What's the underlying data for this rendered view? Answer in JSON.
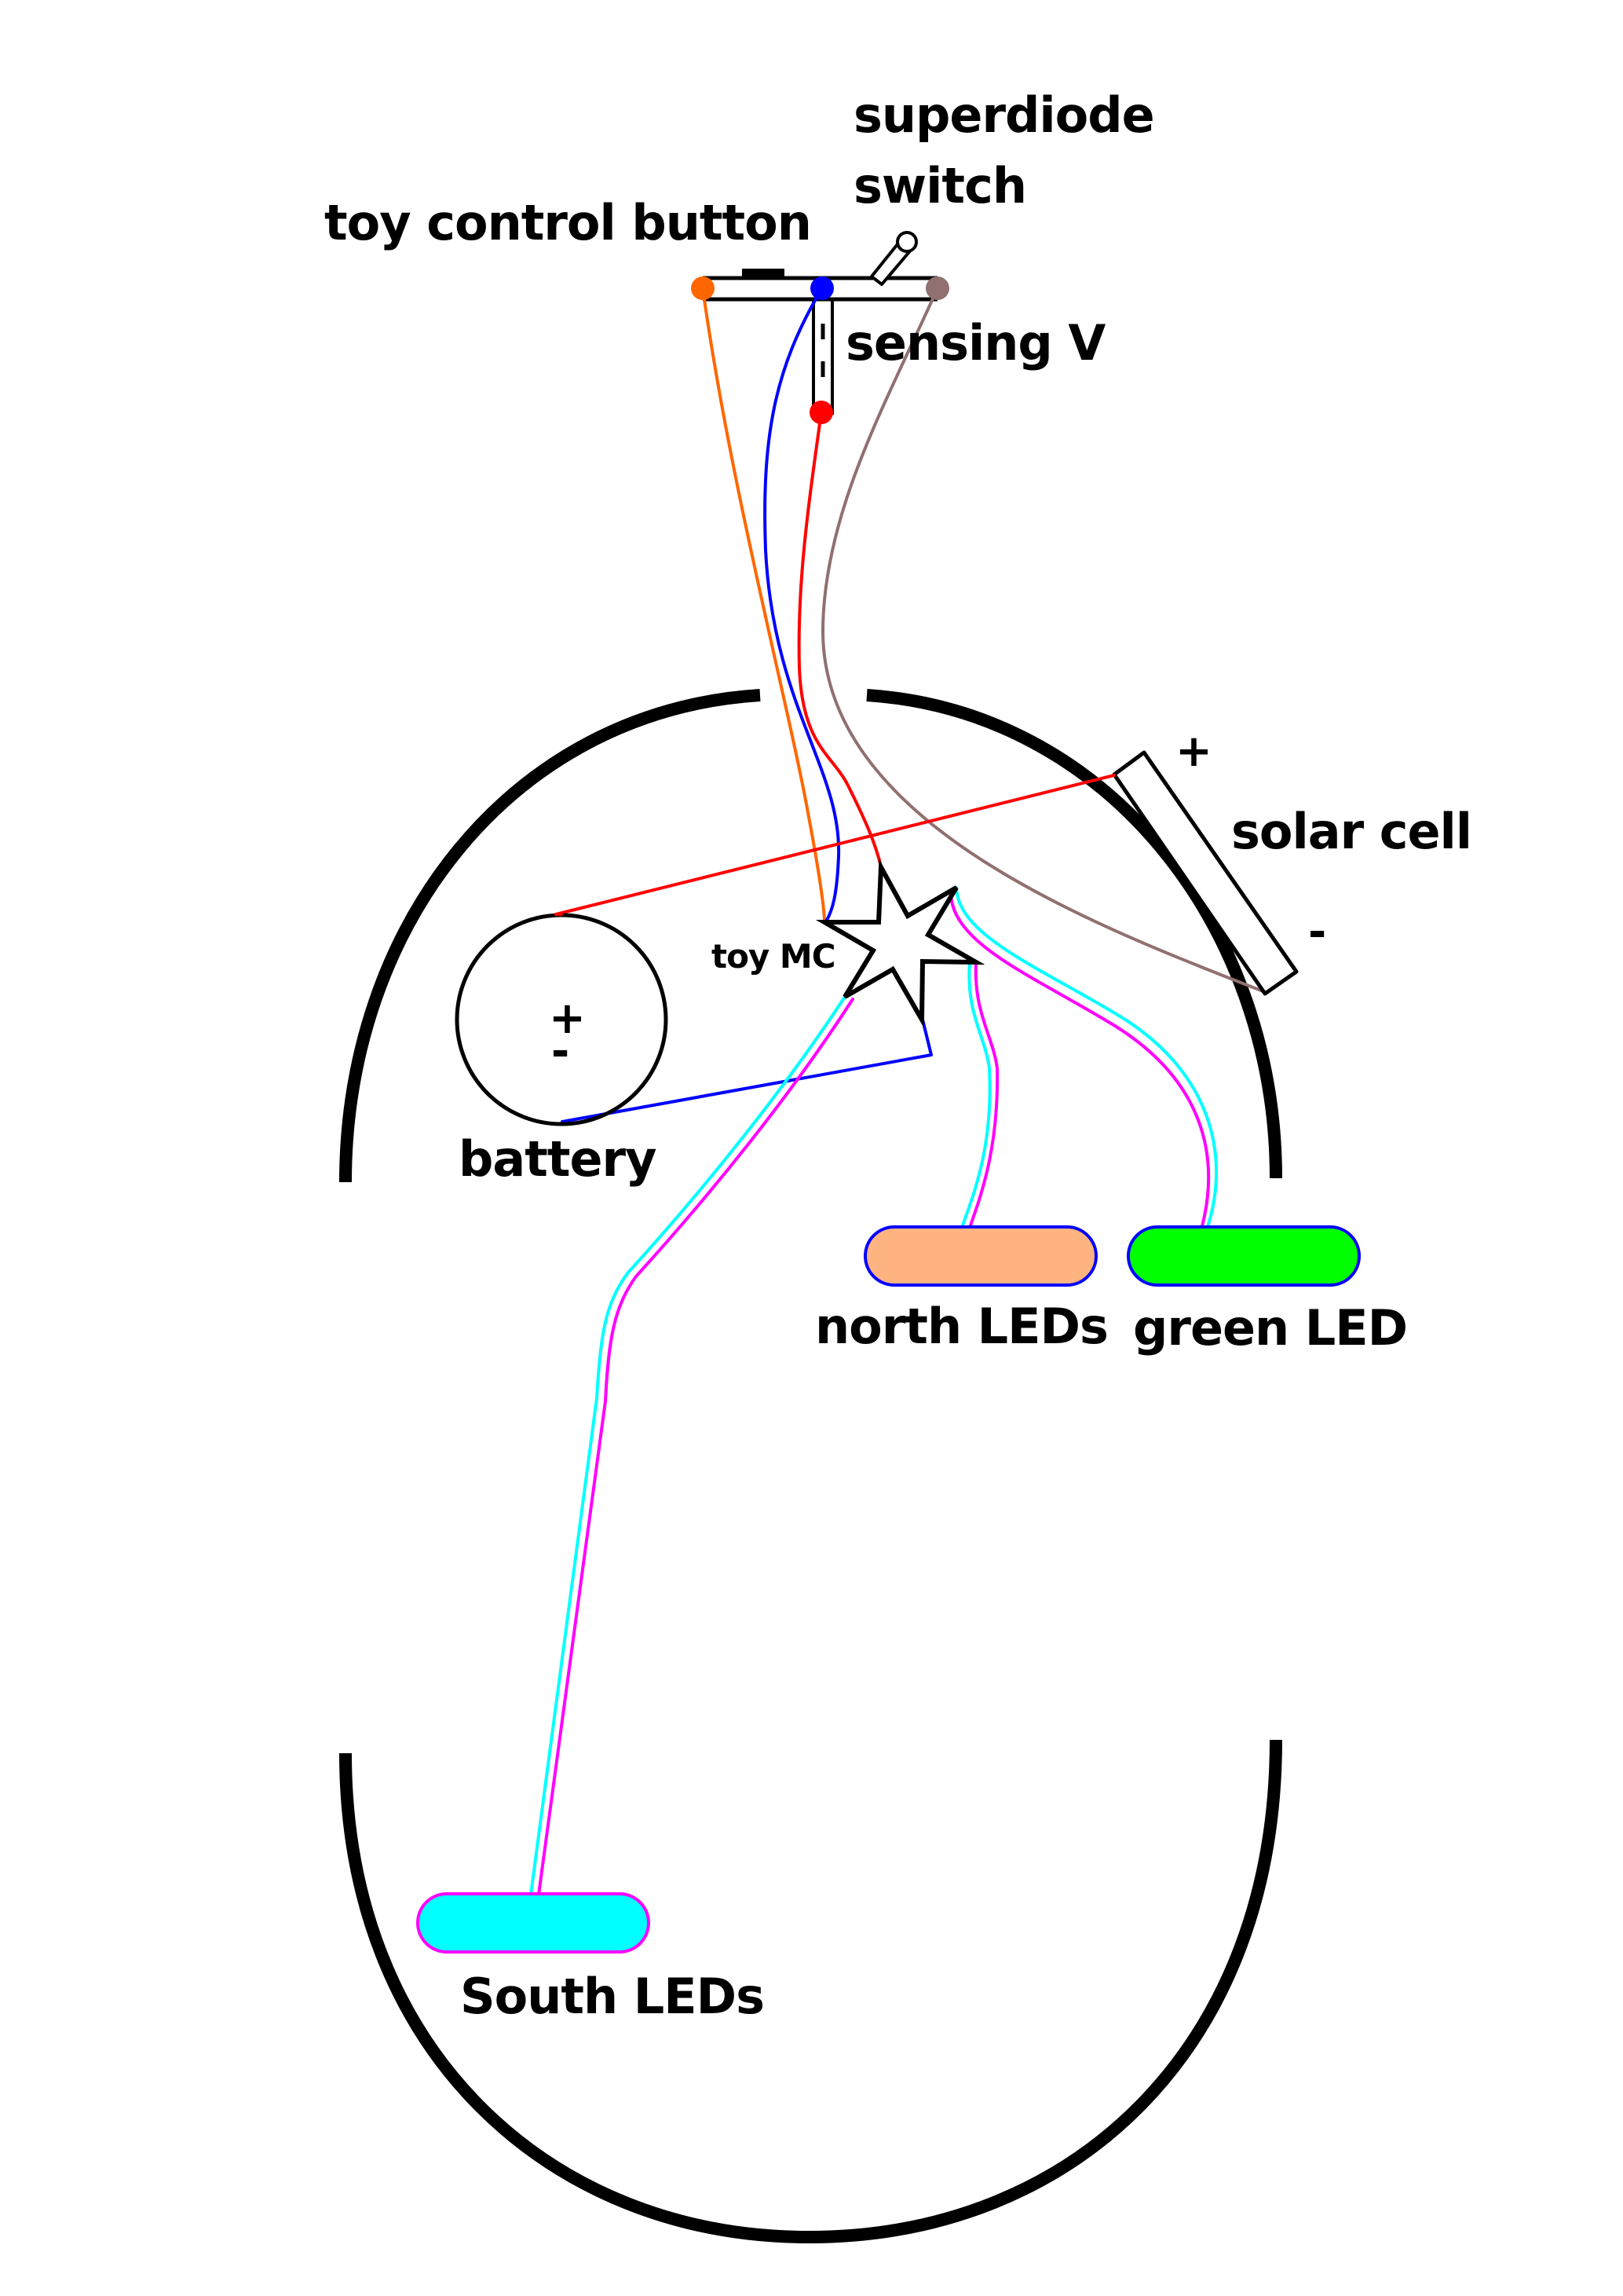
{
  "diagram": {
    "title": "Toy solar light wiring diagram",
    "labels": {
      "toy_control_button": "toy control button",
      "superdiode_line1": "superdiode",
      "superdiode_line2": "switch",
      "sensing_v": "sensing V",
      "solar_cell": "solar cell",
      "solar_plus": "+",
      "solar_minus": "-",
      "toy_mc": "toy MC",
      "battery": "battery",
      "battery_plus": "+",
      "battery_minus": "-",
      "north_leds": "north LEDs",
      "green_led": "green LED",
      "south_leds": "South LEDs"
    },
    "components": [
      {
        "id": "toy-control-button",
        "type": "push-button"
      },
      {
        "id": "superdiode-switch",
        "type": "toggle-switch"
      },
      {
        "id": "sensing-v",
        "type": "sense-resistor"
      },
      {
        "id": "solar-cell",
        "type": "solar-panel"
      },
      {
        "id": "toy-mc",
        "type": "microcontroller"
      },
      {
        "id": "battery",
        "type": "battery"
      },
      {
        "id": "north-leds",
        "type": "led-strip",
        "fill": "#FFB380",
        "outline": "#0000FF"
      },
      {
        "id": "green-led",
        "type": "led-strip",
        "fill": "#00FF00",
        "outline": "#0000FF"
      },
      {
        "id": "south-leds",
        "type": "led-strip",
        "fill": "#00FFFF",
        "outline": "#FF00FF"
      }
    ],
    "terminals": [
      {
        "id": "button-terminal",
        "color": "#FF6600"
      },
      {
        "id": "common-terminal",
        "color": "#0000FF"
      },
      {
        "id": "switch-terminal",
        "color": "#917070"
      },
      {
        "id": "sense-terminal",
        "color": "#FF0000"
      }
    ],
    "wires": [
      {
        "id": "orange-wire",
        "from": "button-terminal",
        "to": "toy-mc",
        "color": "#FF6600"
      },
      {
        "id": "blue-wire",
        "from": "common-terminal",
        "to": "toy-mc",
        "color": "#0000FF"
      },
      {
        "id": "red-sense-wire",
        "from": "sense-terminal",
        "to": "toy-mc",
        "color": "#FF0000"
      },
      {
        "id": "brown-wire",
        "from": "switch-terminal",
        "to": "solar-cell-minus",
        "color": "#917070"
      },
      {
        "id": "red-power-wire",
        "from": "battery-plus",
        "to": "solar-cell-plus",
        "color": "#FF0000"
      },
      {
        "id": "blue-ground-wire",
        "from": "battery-minus",
        "to": "toy-mc",
        "color": "#0000FF"
      },
      {
        "id": "south-led-pair",
        "from": "toy-mc",
        "to": "south-leds",
        "colors": [
          "#00FFFF",
          "#FF00FF"
        ]
      },
      {
        "id": "north-led-pair",
        "from": "toy-mc",
        "to": "north-leds",
        "colors": [
          "#00FFFF",
          "#FF00FF"
        ]
      },
      {
        "id": "green-led-pair",
        "from": "toy-mc",
        "to": "green-led",
        "colors": [
          "#00FFFF",
          "#FF00FF"
        ]
      }
    ],
    "colors": {
      "outline": "#000000",
      "orange": "#FF6600",
      "blue": "#0000FF",
      "red": "#FF0000",
      "brown": "#917070",
      "cyan": "#00FFFF",
      "magenta": "#FF00FF",
      "peach": "#FFB380",
      "green": "#00FF00"
    }
  }
}
